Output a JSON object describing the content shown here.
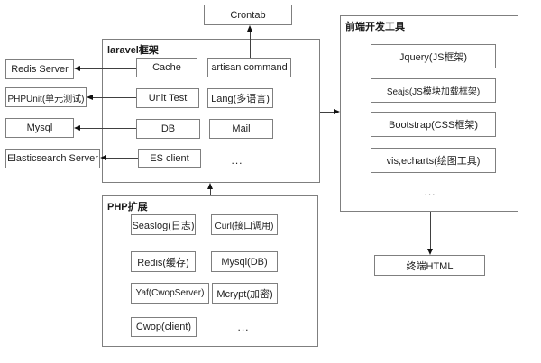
{
  "nodes": {
    "crontab": "Crontab",
    "terminal_html": "终端HTML"
  },
  "external": {
    "redis_server": "Redis Server",
    "phpunit": "PHPUnit(单元测试)",
    "mysql": "Mysql",
    "elasticsearch": "Elasticsearch Server"
  },
  "laravel": {
    "title": "laravel框架",
    "cache": "Cache",
    "artisan": "artisan command",
    "unit_test": "Unit Test",
    "lang": "Lang(多语言)",
    "db": "DB",
    "mail": "Mail",
    "es_client": "ES client",
    "more": "..."
  },
  "frontend": {
    "title": "前端开发工具",
    "jquery": "Jquery(JS框架)",
    "seajs": "Seajs(JS模块加载框架)",
    "bootstrap": "Bootstrap(CSS框架)",
    "vis_echarts": "vis,echarts(绘图工具)",
    "more": "..."
  },
  "php_ext": {
    "title": "PHP扩展",
    "seaslog": "Seaslog(日志)",
    "curl": "Curl(接口调用)",
    "redis": "Redis(缓存)",
    "mysql_db": "Mysql(DB)",
    "yaf": "Yaf(CwopServer)",
    "mcrypt": "Mcrypt(加密)",
    "cwop": "Cwop(client)",
    "more": "..."
  },
  "colors": {
    "background": "#ffffff",
    "box_border": "#7f7f7f",
    "line": "#404040",
    "arrowhead": "#111111",
    "text": "#1f1f1f"
  }
}
